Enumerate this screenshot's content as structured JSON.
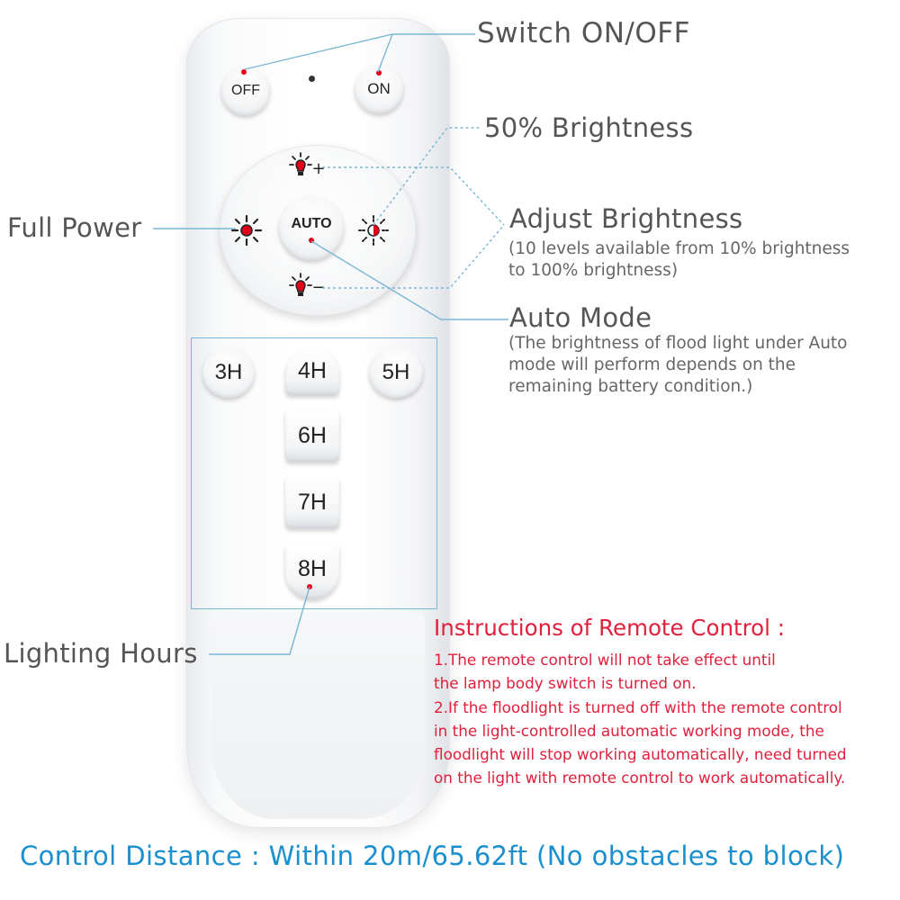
{
  "remote": {
    "off_label": "OFF",
    "on_label": "ON",
    "auto_label": "AUTO",
    "brightness_up_symbol": "+",
    "brightness_down_symbol": "−",
    "hours": [
      "3H",
      "4H",
      "5H",
      "6H",
      "7H",
      "8H"
    ]
  },
  "callouts": {
    "switch": "Switch ON/OFF",
    "half_brightness": "50% Brightness",
    "full_power": "Full Power",
    "adjust_title": "Adjust Brightness",
    "adjust_note": [
      "(10 levels available from 10% brightness",
      "to 100% brightness)"
    ],
    "auto_title": "Auto Mode",
    "auto_note": [
      "(The brightness of flood light under Auto",
      "mode will perform depends on the",
      "remaining battery condition.)"
    ],
    "lighting_hours": "Lighting Hours"
  },
  "instructions": {
    "title": "Instructions of Remote Control :",
    "lines": [
      "1.The remote control will not take effect until",
      "the lamp body switch is turned on.",
      "2.If the floodlight is turned off with the remote control",
      "in the light-controlled automatic working mode, the",
      "floodlight will stop working automatically, need turned",
      "on the light with remote control to work automatically."
    ]
  },
  "footer": {
    "prefix": "Control Distance :",
    "text": "Within 20m/65.62ft (No obstacles to block)"
  },
  "colors": {
    "led": "#e0001b",
    "callout_line": "#7ab7d6",
    "instructions": "#e0203c",
    "footer": "#1a8fd0",
    "label_text": "#555555"
  },
  "icons": {
    "brightness_up": "bulb-plus-icon",
    "brightness_down": "bulb-minus-icon",
    "full_power": "sun-bright-icon",
    "half_brightness": "sun-dim-icon"
  }
}
